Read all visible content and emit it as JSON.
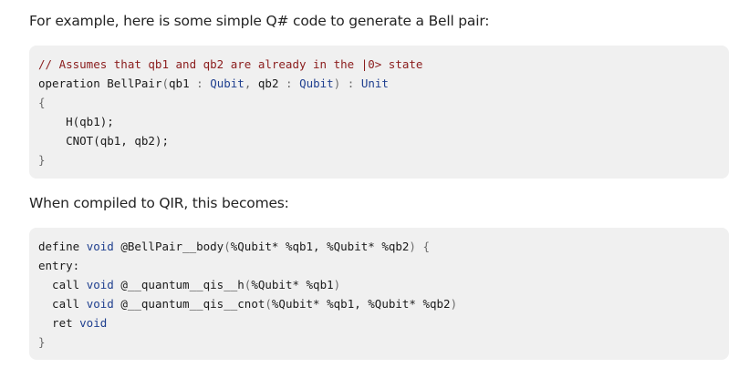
{
  "intro_text": "For example, here is some simple Q# code to generate a Bell pair:",
  "compiled_text": "When compiled to QIR, this becomes:",
  "qsharp_code": {
    "lines": [
      [
        {
          "t": "// Assumes that qb1 and qb2 are already in the |0> state",
          "c": "comment"
        }
      ],
      [
        {
          "t": "operation ",
          "c": "keyword"
        },
        {
          "t": "BellPair",
          "c": "name"
        },
        {
          "t": "(",
          "c": "punct"
        },
        {
          "t": "qb1 ",
          "c": "plain"
        },
        {
          "t": ": ",
          "c": "punct"
        },
        {
          "t": "Qubit",
          "c": "type"
        },
        {
          "t": ", ",
          "c": "punct"
        },
        {
          "t": "qb2 ",
          "c": "plain"
        },
        {
          "t": ": ",
          "c": "punct"
        },
        {
          "t": "Qubit",
          "c": "type"
        },
        {
          "t": ") ",
          "c": "punct"
        },
        {
          "t": ": ",
          "c": "punct"
        },
        {
          "t": "Unit",
          "c": "type"
        }
      ],
      [
        {
          "t": "{",
          "c": "punct"
        }
      ],
      [
        {
          "t": "    H(qb1);",
          "c": "plain"
        }
      ],
      [
        {
          "t": "    CNOT(qb1, qb2);",
          "c": "plain"
        }
      ],
      [
        {
          "t": "}",
          "c": "punct"
        }
      ]
    ]
  },
  "qir_code": {
    "lines": [
      [
        {
          "t": "define ",
          "c": "keyword"
        },
        {
          "t": "void ",
          "c": "type"
        },
        {
          "t": "@BellPair__body",
          "c": "name"
        },
        {
          "t": "(",
          "c": "punct"
        },
        {
          "t": "%Qubit* %qb1, %Qubit* %qb2",
          "c": "plain"
        },
        {
          "t": ") {",
          "c": "punct"
        }
      ],
      [
        {
          "t": "entry:",
          "c": "plain"
        }
      ],
      [
        {
          "t": "  call ",
          "c": "keyword"
        },
        {
          "t": "void ",
          "c": "type"
        },
        {
          "t": "@__quantum__qis__h",
          "c": "name"
        },
        {
          "t": "(",
          "c": "punct"
        },
        {
          "t": "%Qubit* %qb1",
          "c": "plain"
        },
        {
          "t": ")",
          "c": "punct"
        }
      ],
      [
        {
          "t": "  call ",
          "c": "keyword"
        },
        {
          "t": "void ",
          "c": "type"
        },
        {
          "t": "@__quantum__qis__cnot",
          "c": "name"
        },
        {
          "t": "(",
          "c": "punct"
        },
        {
          "t": "%Qubit* %qb1, %Qubit* %qb2",
          "c": "plain"
        },
        {
          "t": ")",
          "c": "punct"
        }
      ],
      [
        {
          "t": "  ret ",
          "c": "keyword"
        },
        {
          "t": "void",
          "c": "type"
        }
      ],
      [
        {
          "t": "}",
          "c": "punct"
        }
      ]
    ]
  }
}
